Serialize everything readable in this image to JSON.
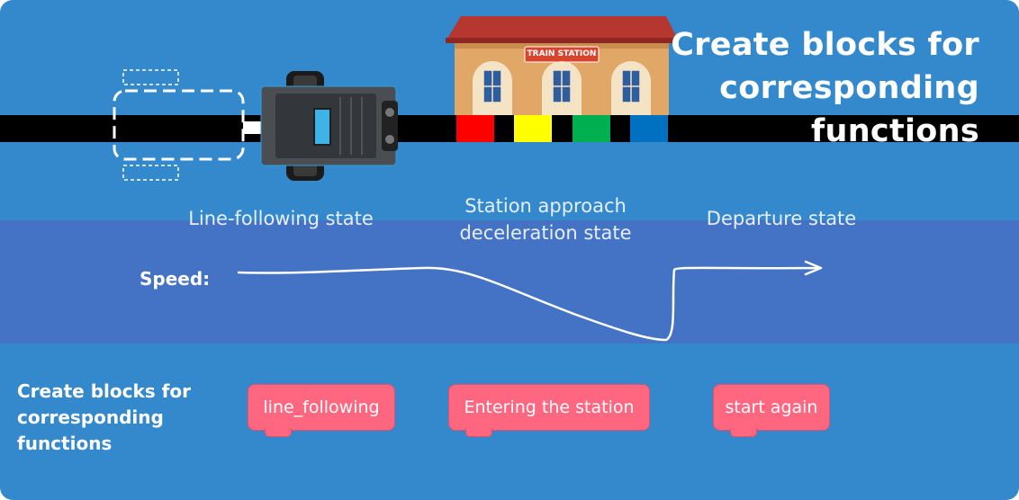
{
  "header": {
    "title": "Create blocks for corresponding functions"
  },
  "station": {
    "sign": "TRAIN STATION"
  },
  "states": {
    "line_following": "Line-following state",
    "approach": "Station approach deceleration state",
    "departure": "Departure state"
  },
  "speed": {
    "label": "Speed:"
  },
  "blocks_section": {
    "label": "Create blocks for corresponding functions",
    "blocks": [
      "line_following",
      "Entering the station",
      "start again"
    ]
  },
  "colors": {
    "background": "#3489cc",
    "speed_band": "#4472c4",
    "track": "#000000",
    "markers": [
      "#ff0000",
      "#ffff00",
      "#00b050",
      "#0070c0"
    ],
    "block": "#ff6680"
  }
}
